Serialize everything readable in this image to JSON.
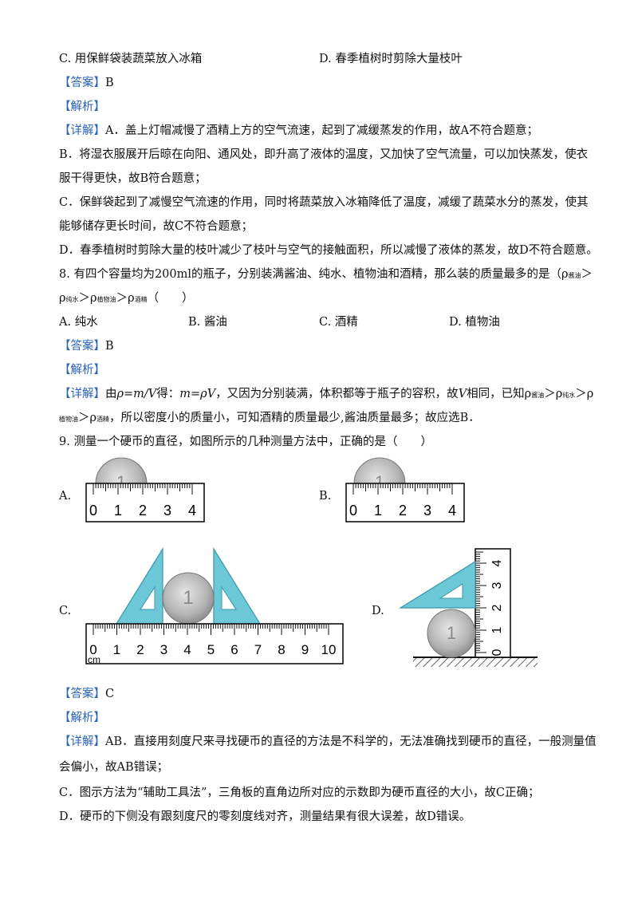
{
  "q7_tail": {
    "option_c": "C. 用保鲜袋装蔬菜放入冰箱",
    "option_d": "D. 春季植树时剪除大量枝叶",
    "answer_tag": "【答案】",
    "answer": "B",
    "analysis_tag": "【解析】",
    "detail_tag": "【详解】",
    "detail_a": "A．盖上灯帽减慢了酒精上方的空气流速，起到了减缓蒸发的作用，故A不符合题意；",
    "detail_b1": "B．将湿衣服展开后晾在向阳、通风处，即升高了液体的温度，又加快了空气流量，可以加快蒸发，使衣",
    "detail_b2": "服干得更快，故B符合题意；",
    "detail_c1": "C．保鲜袋起到了减慢空气流速的作用，同时将蔬菜放入冰箱降低了温度，减缓了蔬菜水分的蒸发，使其",
    "detail_c2": "能够储存更长时间，故C不符合题意；",
    "detail_d": "D．春季植树时剪除大量的枝叶减少了枝叶与空气的接触面积，所以减慢了液体的蒸发，故D不符合题意。"
  },
  "q8": {
    "stem1": "8. 有四个容量均为200ml的瓶子，分别装满酱油、纯水、植物油和酒精，那么装的质量最多的是（ρ",
    "sub_soy": "酱油",
    "gt": "＞",
    "rho": "ρ",
    "sub_water": "纯水",
    "sub_oil": "植物油",
    "sub_alcohol": "酒精",
    "paren": "（　　）",
    "options": [
      "A. 纯水",
      "B. 酱油",
      "C. 酒精",
      "D. 植物油"
    ],
    "answer_tag": "【答案】",
    "answer": "B",
    "analysis_tag": "【解析】",
    "detail_tag": "【详解】",
    "detail1_pre": "由",
    "formula1": "ρ=m/V",
    "detail1_mid": "得：",
    "formula2": "m=ρV",
    "detail1_post": "，又因为分别装满，体积都等于瓶子的容积，故",
    "v_letter": "V",
    "detail1_end": "相同，已知ρ",
    "detail1_soy": "酱油",
    "detail1_gt1": "＞ρ",
    "detail1_water": "纯水",
    "detail1_gt2": "＞ρ",
    "detail2_oil": "植物油",
    "detail2_gt": "＞ρ",
    "detail2_alc": "酒精",
    "detail2_text": "，所以密度小的质量小，可知酒精的质量最少,酱油质量最多；故应选B．"
  },
  "q9": {
    "stem": "9. 测量一个硬币的直径，如图所示的几种测量方法中，正确的是（　　）",
    "label_a": "A.",
    "label_b": "B.",
    "label_c": "C.",
    "label_d": "D.",
    "ruler_short_ticks": [
      "0",
      "1",
      "2",
      "3",
      "4"
    ],
    "ruler_long_ticks": [
      "0",
      "1",
      "2",
      "3",
      "4",
      "5",
      "6",
      "7",
      "8",
      "9",
      "10"
    ],
    "unit_cm": "cm",
    "vertical_ticks": [
      "0",
      "1",
      "2",
      "3",
      "4"
    ],
    "coin_digit": "1",
    "answer_tag": "【答案】",
    "answer": "C",
    "analysis_tag": "【解析】",
    "detail_tag": "【详解】",
    "detail_ab1": "AB．直接用刻度尺来寻找硬币的直径的方法是不科学的，无法准确找到硬币的直径，一般测量值",
    "detail_ab2": "会偏小，故AB错误；",
    "detail_c": "C．图示方法为“辅助工具法”，三角板的直角边所对应的示数即为硬币直径的大小，故C正确；",
    "detail_d": "D．硬币的下侧没有跟刻度尺的零刻度线对齐，测量结果有很大误差，故D错误。"
  },
  "colors": {
    "tag": "#2a63b8",
    "triangle": "#6cc7d6",
    "coin": "#bdbdbd"
  }
}
